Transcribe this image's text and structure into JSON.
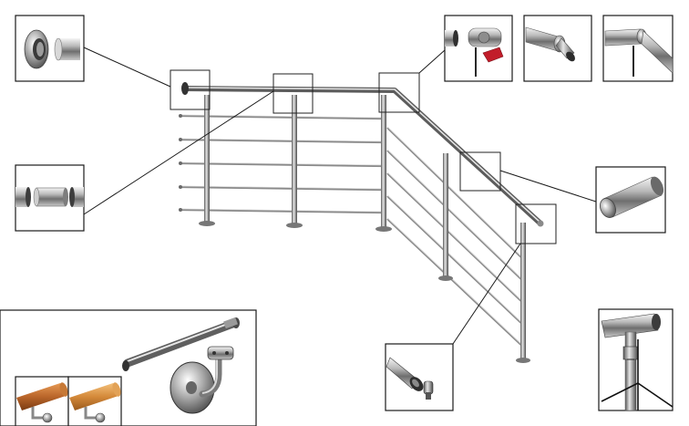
{
  "diagram": {
    "subject": "stainless-steel-stair-railing-assembly",
    "components": [
      {
        "id": "wall-end-cap",
        "icon": "end-cap-icon"
      },
      {
        "id": "straight-connector",
        "icon": "connector-icon"
      },
      {
        "id": "angle-elbow-joint",
        "icon": "elbow-joint-icon"
      },
      {
        "id": "adjustable-elbow-variant-1",
        "icon": "adjustable-elbow-icon"
      },
      {
        "id": "adjustable-elbow-variant-2",
        "icon": "adjustable-elbow-icon"
      },
      {
        "id": "rounded-end-cap",
        "icon": "rounded-cap-icon"
      },
      {
        "id": "post-top-saddle",
        "icon": "saddle-icon"
      },
      {
        "id": "post-base-connection",
        "icon": "post-icon"
      },
      {
        "id": "wall-handrail-bracket",
        "icon": "wall-bracket-icon"
      },
      {
        "id": "wooden-handrail-light",
        "icon": "wood-rail-icon"
      },
      {
        "id": "wooden-handrail-dark",
        "icon": "wood-rail-icon"
      }
    ]
  }
}
